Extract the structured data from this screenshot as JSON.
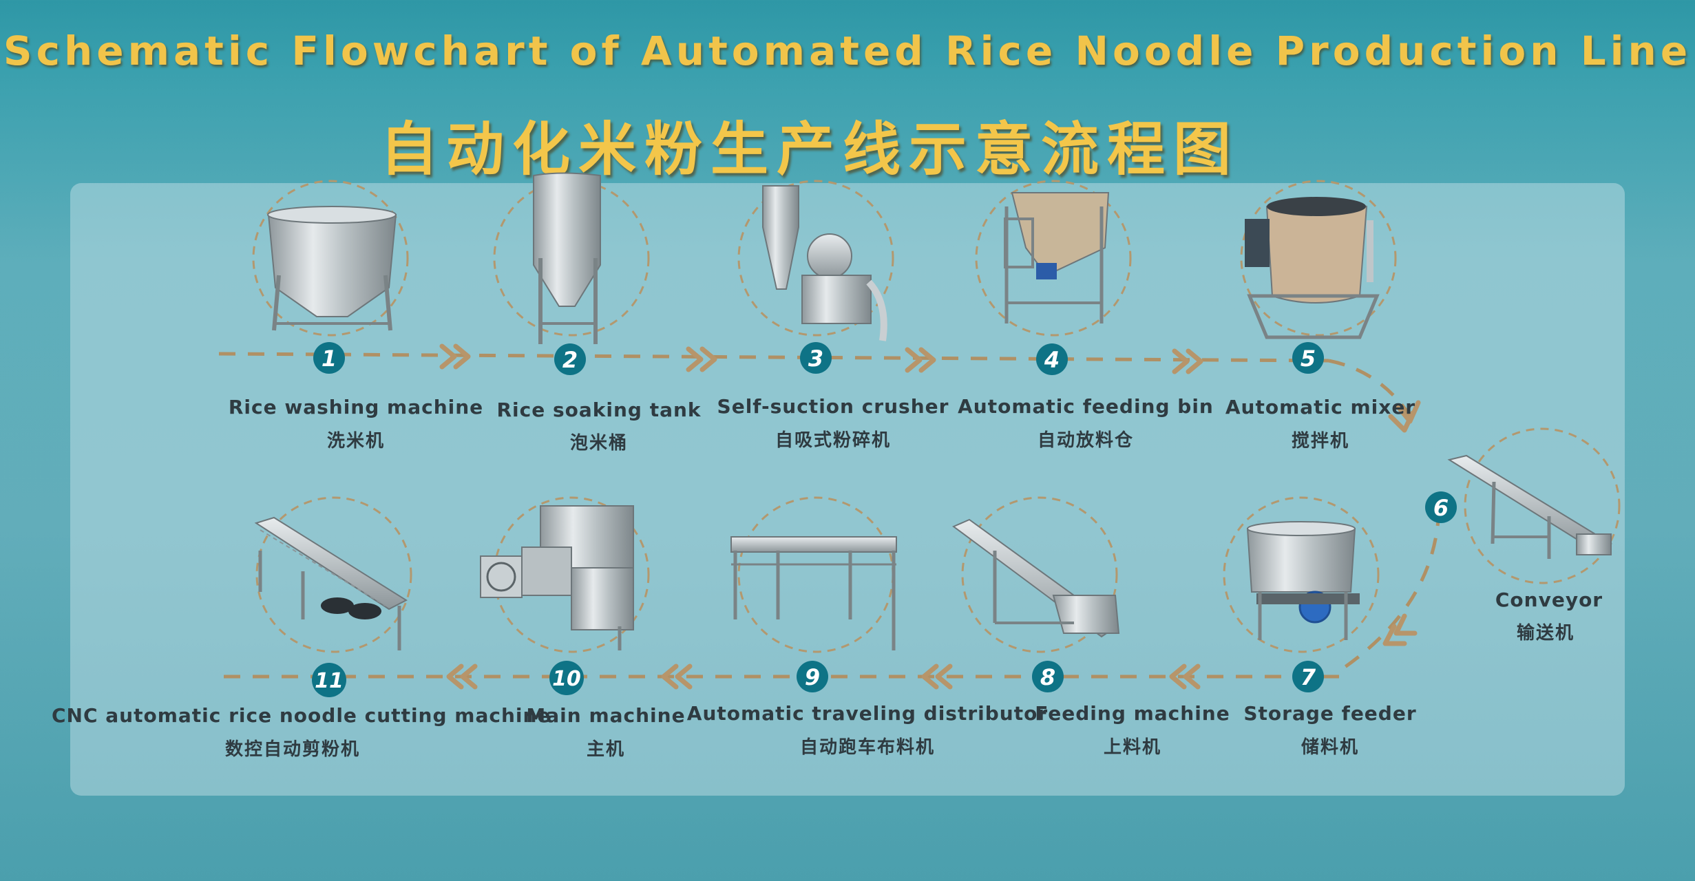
{
  "title_en": "Schematic Flowchart of Automated Rice Noodle Production Line",
  "title_cn": "自动化米粉生产线示意流程图",
  "colors": {
    "accent_gold": "#f1c44a",
    "badge_teal": "#0e7386",
    "dash_brown": "#b09064",
    "label_text": "#2f3b41"
  },
  "steps": [
    {
      "num": "1",
      "name_en": "Rice washing machine",
      "name_cn": "洗米机",
      "icon": "washing-tank-icon"
    },
    {
      "num": "2",
      "name_en": "Rice soaking tank",
      "name_cn": "泡米桶",
      "icon": "soaking-tank-icon"
    },
    {
      "num": "3",
      "name_en": "Self-suction crusher",
      "name_cn": "自吸式粉碎机",
      "icon": "crusher-icon"
    },
    {
      "num": "4",
      "name_en": "Automatic feeding bin",
      "name_cn": "自动放料仓",
      "icon": "feeding-bin-icon"
    },
    {
      "num": "5",
      "name_en": "Automatic mixer",
      "name_cn": "搅拌机",
      "icon": "mixer-icon"
    },
    {
      "num": "6",
      "name_en": "Conveyor",
      "name_cn": "输送机",
      "icon": "conveyor-icon"
    },
    {
      "num": "7",
      "name_en": "Storage feeder",
      "name_cn": "储料机",
      "icon": "storage-feeder-icon"
    },
    {
      "num": "8",
      "name_en": "Feeding machine",
      "name_cn": "上料机",
      "icon": "feeding-machine-icon"
    },
    {
      "num": "9",
      "name_en": "Automatic traveling distributor",
      "name_cn": "自动跑车布料机",
      "icon": "distributor-icon"
    },
    {
      "num": "10",
      "name_en": "Main machine",
      "name_cn": "主机",
      "icon": "main-machine-icon"
    },
    {
      "num": "11",
      "name_en": "CNC automatic rice noodle cutting machine",
      "name_cn": "数控自动剪粉机",
      "icon": "cutting-machine-icon"
    }
  ]
}
